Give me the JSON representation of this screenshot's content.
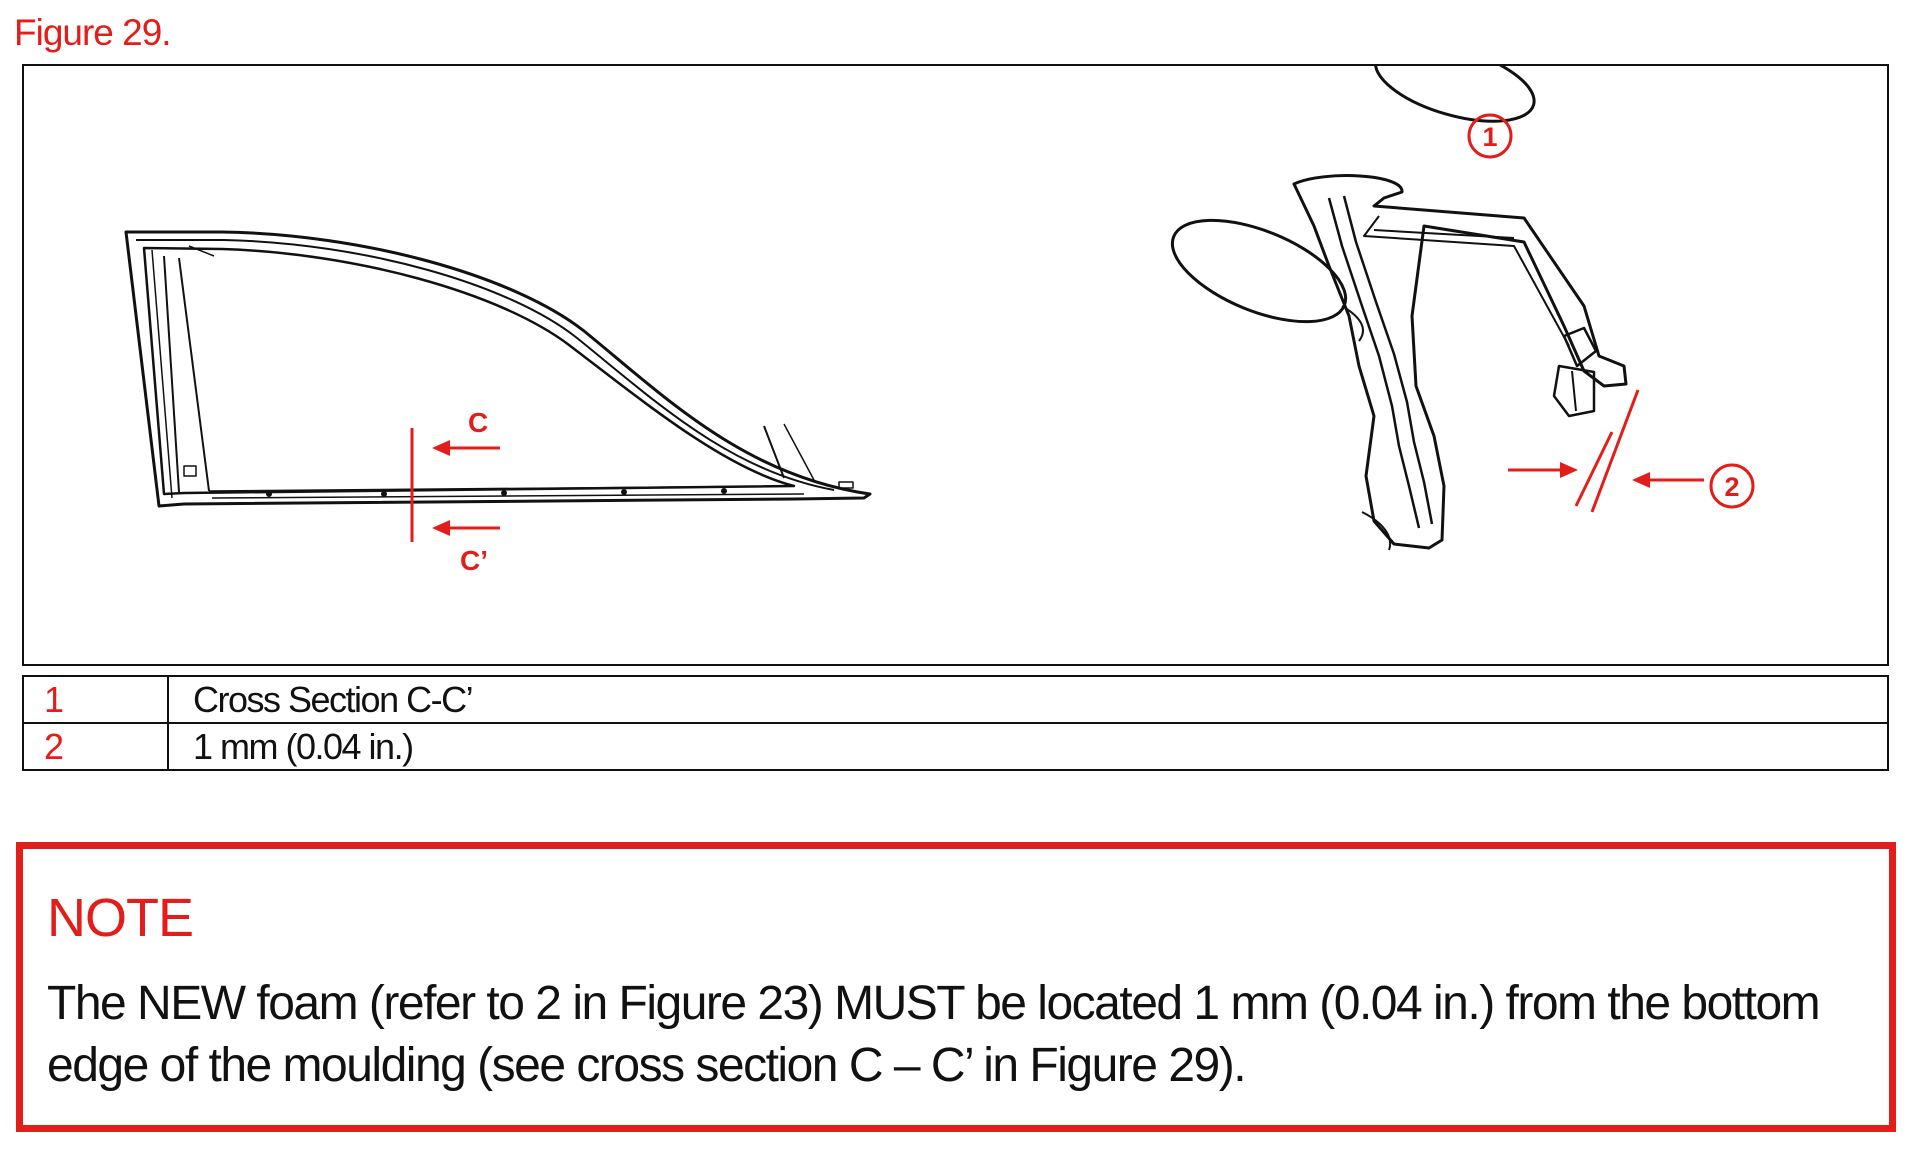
{
  "figure": {
    "title": "Figure 29.",
    "labels": {
      "c": "C",
      "c_prime": "C’",
      "callout_1": "1",
      "callout_2": "2"
    }
  },
  "legend": [
    {
      "num": "1",
      "text": "Cross Section C-C’"
    },
    {
      "num": "2",
      "text": "1 mm (0.04 in.)"
    }
  ],
  "note": {
    "title": "NOTE",
    "text": "The NEW foam (refer to 2 in Figure 23) MUST be located 1 mm (0.04 in.) from the bottom edge of the moulding (see cross section C – C’ in Figure 29)."
  },
  "colors": {
    "accent": "#e31d1a",
    "ink": "#111111"
  },
  "icons": [
    "window-glass-diagram",
    "cross-section-diagram",
    "arrow-icon"
  ]
}
